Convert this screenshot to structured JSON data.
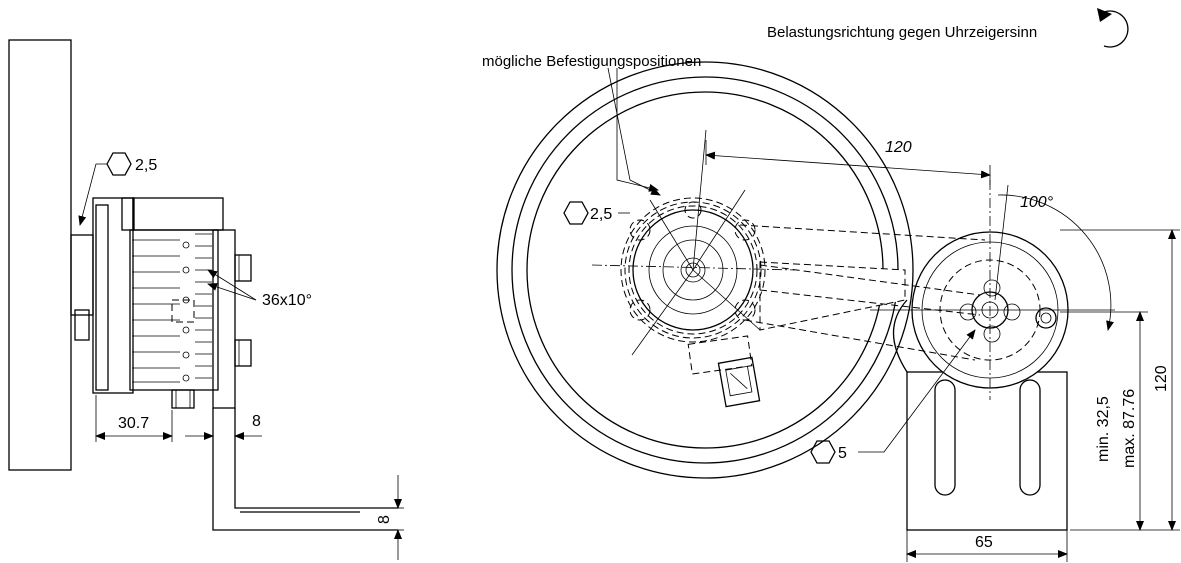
{
  "labels": {
    "load_direction": "Belastungsrichtung gegen Uhrzeigersinn",
    "mounting_positions": "mögliche Befestigungspositionen",
    "hex_left": "2,5",
    "hex_center": "2,5",
    "hex_bottom": "5",
    "teeth": "36x10°"
  },
  "dimensions": {
    "dim_30_7": "30.7",
    "dim_8_horizontal": "8",
    "dim_8_vertical": "8",
    "dim_120_top": "120",
    "dim_100_deg": "100°",
    "dim_120_right": "120",
    "dim_min": "min. 32,5",
    "dim_max": "max. 87.76",
    "dim_65": "65"
  }
}
